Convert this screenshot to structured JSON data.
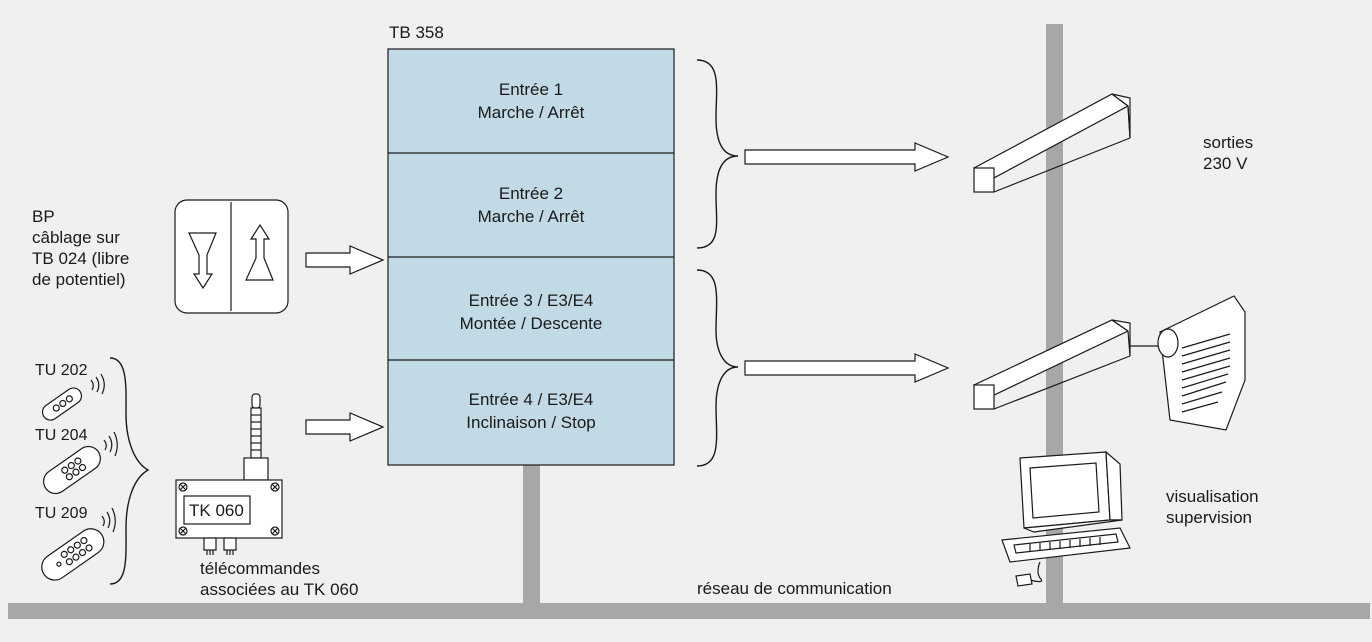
{
  "colors": {
    "background": "#f0f0f0",
    "network_bar": "#a7a7a7",
    "module_fill": "#c2dae5",
    "outline": "#1a1a1a",
    "device_fill": "#ffffff"
  },
  "module": {
    "title": "TB 358",
    "inputs": [
      {
        "line1": "Entrée 1",
        "line2": "Marche / Arrêt"
      },
      {
        "line1": "Entrée 2",
        "line2": "Marche / Arrêt"
      },
      {
        "line1": "Entrée 3 / E3/E4",
        "line2": "Montée / Descente"
      },
      {
        "line1": "Entrée 4 / E3/E4",
        "line2": "Inclinaison / Stop"
      }
    ]
  },
  "left": {
    "bp_label": [
      "BP",
      "câblage sur",
      "TB 024 (libre",
      "de potentiel)"
    ],
    "remotes": [
      "TU 202",
      "TU 204",
      "TU 209"
    ],
    "receiver_label": "TK 060",
    "receiver_caption": [
      "télécommandes",
      "associées au TK 060"
    ]
  },
  "right": {
    "outputs_label": [
      "sorties",
      "230 V"
    ],
    "supervision_label": [
      "visualisation",
      "supervision"
    ]
  },
  "network_label": "réseau de communication",
  "icons": {
    "push_button": "push-button-icon",
    "remote": "remote-control-icon",
    "receiver": "radio-receiver-icon",
    "output_bar": "output-bar-icon",
    "blind": "roller-blind-icon",
    "computer": "computer-icon",
    "arrow": "hollow-arrow-icon",
    "brace": "curly-brace-icon"
  }
}
